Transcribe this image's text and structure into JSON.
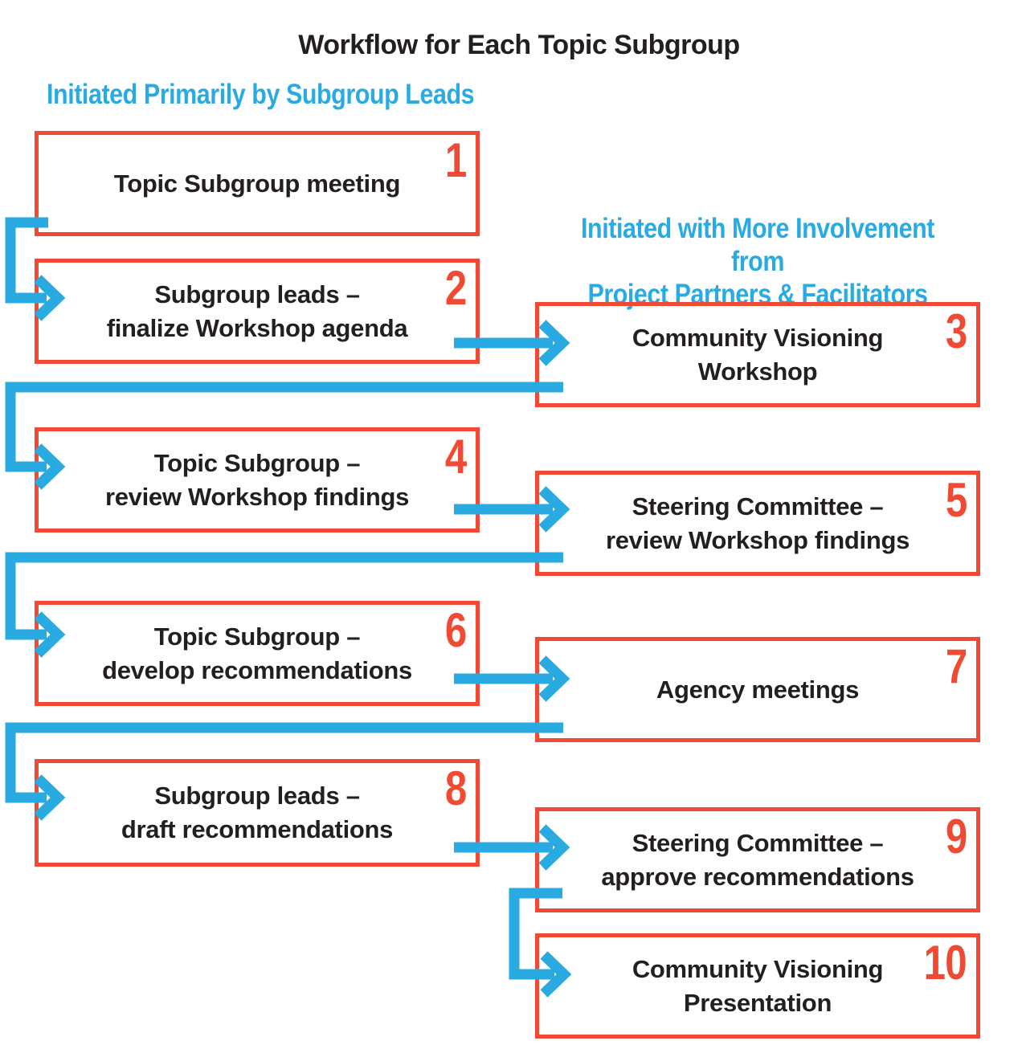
{
  "title": "Workflow for Each Topic Subgroup",
  "headers": {
    "left": "Initiated Primarily by Subgroup Leads",
    "right_line1": "Initiated with More Involvement from",
    "right_line2": "Project Partners & Facilitators"
  },
  "steps": [
    {
      "num": "1",
      "column": "left",
      "lines": [
        "Topic Subgroup meeting",
        ""
      ]
    },
    {
      "num": "2",
      "column": "left",
      "lines": [
        "Subgroup leads –",
        "finalize Workshop agenda"
      ]
    },
    {
      "num": "3",
      "column": "right",
      "lines": [
        "Community Visioning",
        "Workshop"
      ]
    },
    {
      "num": "4",
      "column": "left",
      "lines": [
        "Topic Subgroup –",
        "review Workshop findings"
      ]
    },
    {
      "num": "5",
      "column": "right",
      "lines": [
        "Steering Committee –",
        "review Workshop findings"
      ]
    },
    {
      "num": "6",
      "column": "left",
      "lines": [
        "Topic Subgroup –",
        "develop recommendations"
      ]
    },
    {
      "num": "7",
      "column": "right",
      "lines": [
        "Agency meetings",
        ""
      ]
    },
    {
      "num": "8",
      "column": "left",
      "lines": [
        "Subgroup leads –",
        "draft recommendations"
      ]
    },
    {
      "num": "9",
      "column": "right",
      "lines": [
        "Steering Committee –",
        "approve recommendations"
      ]
    },
    {
      "num": "10",
      "column": "right",
      "lines": [
        "Community Visioning",
        "Presentation"
      ]
    }
  ],
  "flow_edges": [
    "1→2",
    "2→3",
    "3→4",
    "4→5",
    "5→6",
    "6→7",
    "7→8",
    "8→9",
    "9→10"
  ],
  "colors": {
    "box_border": "#EF4B34",
    "step_number": "#EF4B34",
    "arrow": "#29ABE2",
    "header": "#29ABE2",
    "text": "#231F20",
    "background": "#FFFFFF"
  }
}
